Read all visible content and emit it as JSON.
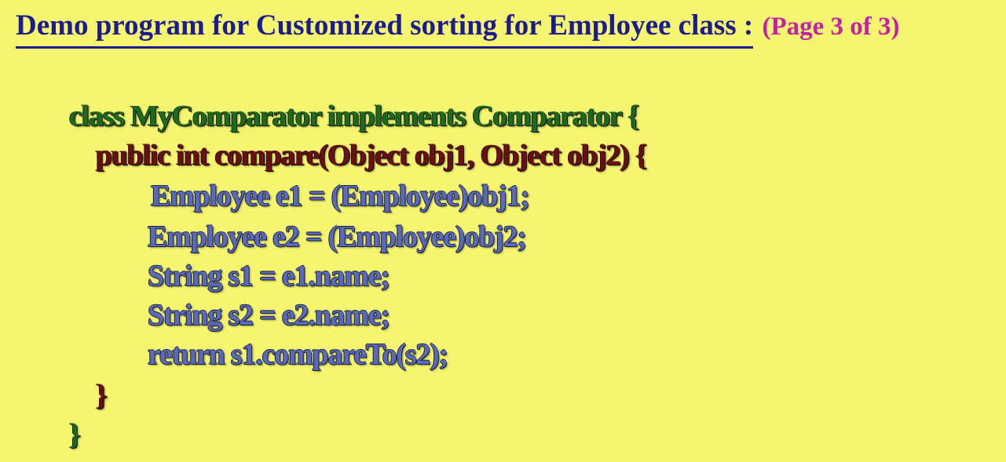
{
  "title": {
    "main": "Demo program for Customized sorting for Employee class :",
    "page": "(Page 3 of  3)"
  },
  "code": {
    "lines": [
      "class MyComparator implements Comparator  {",
      "public int compare(Object obj1, Object obj2)  {",
      "Employee e1 = (Employee)obj1;",
      "Employee e2 = (Employee)obj2;",
      "String s1 = e1.name;",
      "String s2 = e2.name;",
      "return s1.compareTo(s2);",
      "}",
      "}"
    ]
  },
  "colors": {
    "background": "#f5f56f",
    "title": "#1c1c8e",
    "page_indicator": "#c81fa8",
    "class_line": "#1f6a1f",
    "method_line": "#6a1010",
    "body_line": "#5a6ab8"
  }
}
